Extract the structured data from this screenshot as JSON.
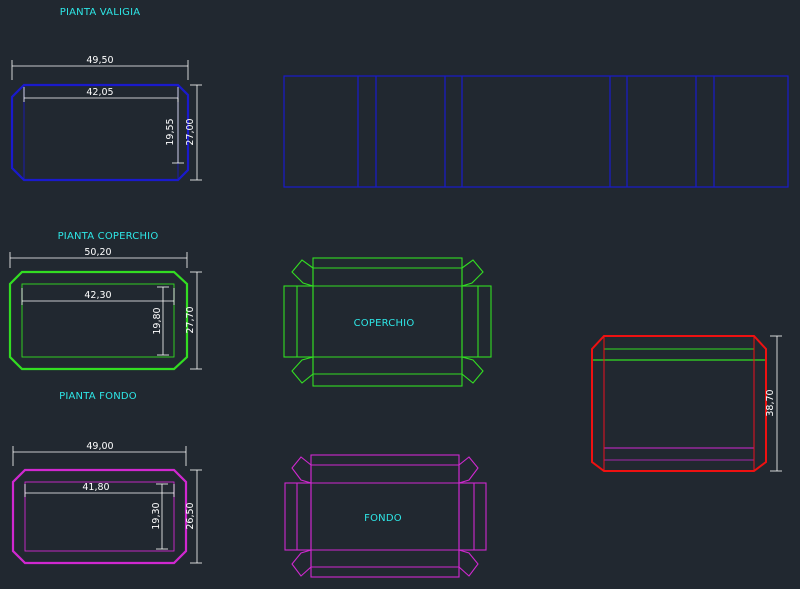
{
  "colors": {
    "background": "#212830",
    "valigia": "#1a1acc",
    "coperchio": "#33dd22",
    "fondo": "#d028d0",
    "assembly": "#ee1111",
    "title": "#2ee6e6",
    "dimension": "#ffffff"
  },
  "titles": {
    "pianta_valigia": "PIANTA VALIGIA",
    "pianta_coperchio": "PIANTA COPERCHIO",
    "pianta_fondo": "PIANTA FONDO"
  },
  "labels": {
    "coperchio": "COPERCHIO",
    "fondo": "FONDO"
  },
  "dimensions": {
    "valigia": {
      "outer_width": "49,50",
      "inner_width": "42,05",
      "inner_height": "19,55",
      "outer_height": "27,00"
    },
    "coperchio": {
      "outer_width": "50,20",
      "inner_width": "42,30",
      "inner_height": "19,80",
      "outer_height": "27,70"
    },
    "fondo": {
      "outer_width": "49,00",
      "inner_width": "41,80",
      "inner_height": "19,30",
      "outer_height": "26,50"
    },
    "assembly": {
      "height": "38,70"
    }
  }
}
